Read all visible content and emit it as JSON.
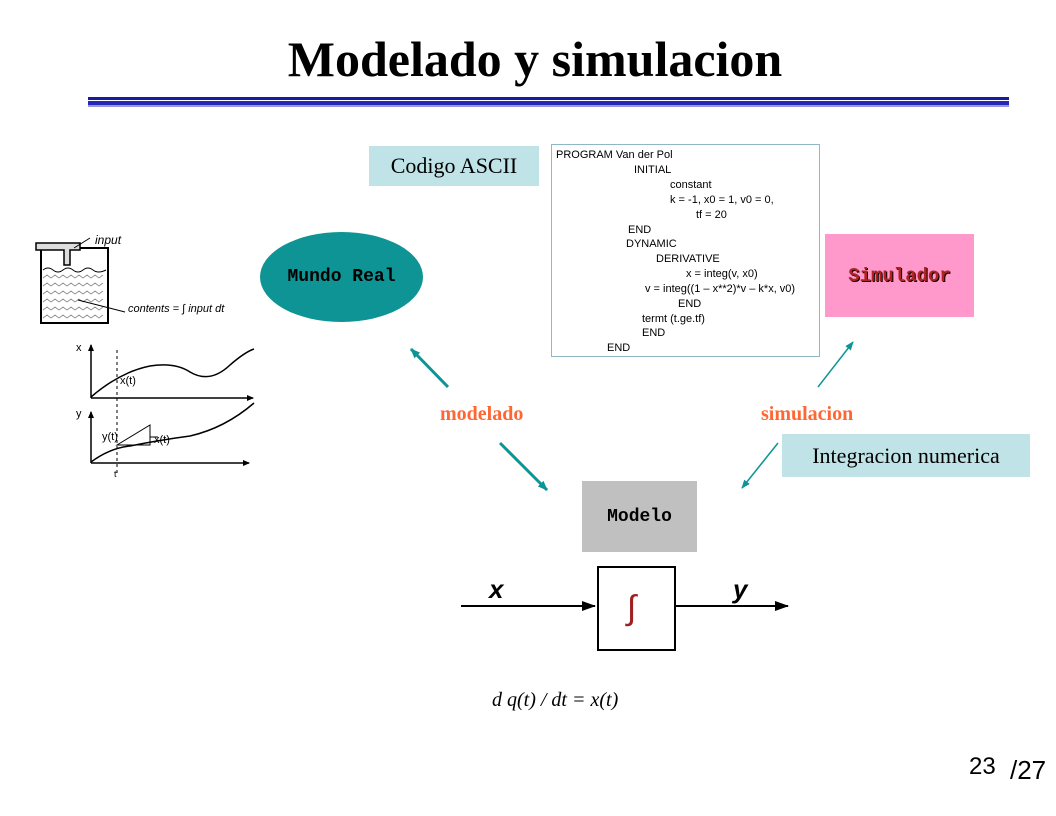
{
  "title": "Modelado y simulacion",
  "labels": {
    "codigo_ascii": "Codigo ASCII",
    "integracion": "Integracion numerica",
    "modelado": "modelado",
    "simulacion": "simulacion"
  },
  "nodes": {
    "mundo_real": "Mundo Real",
    "simulador": "Simulador",
    "modelo": "Modelo"
  },
  "code_lines": [
    "PROGRAM Van der Pol",
    "INITIAL",
    "constant",
    "k = -1, x0 = 1, v0 = 0,",
    "tf = 20",
    "END",
    "DYNAMIC",
    "DERIVATIVE",
    "x = integ(v, x0)",
    "v = integ((1 – x**2)*v – k*x, v0)",
    "END",
    "termt (t.ge.tf)",
    "END",
    "END"
  ],
  "tank_figure": {
    "input_label": "input",
    "contents_label": "contents = ∫ input dt",
    "x_axis_label": "x",
    "y_axis_label": "y",
    "xt_label": "x(t)",
    "yt_label": "y(t)",
    "xt_label2": "x(t)",
    "t_label": "t"
  },
  "block_diagram": {
    "input": "x",
    "output": "y",
    "operator": "∫"
  },
  "equation": "d q(t) / dt = x(t)",
  "page": {
    "number": "23",
    "total": "/27"
  },
  "colors": {
    "title_bar": "#1a1aa0",
    "mundo_real": "#0e9494",
    "simulador": "#ff99cc",
    "modelo": "#c0c0c0",
    "label_box": "#bfe3e6",
    "edge_label": "#ff6633",
    "arrow": "#0e9494"
  }
}
